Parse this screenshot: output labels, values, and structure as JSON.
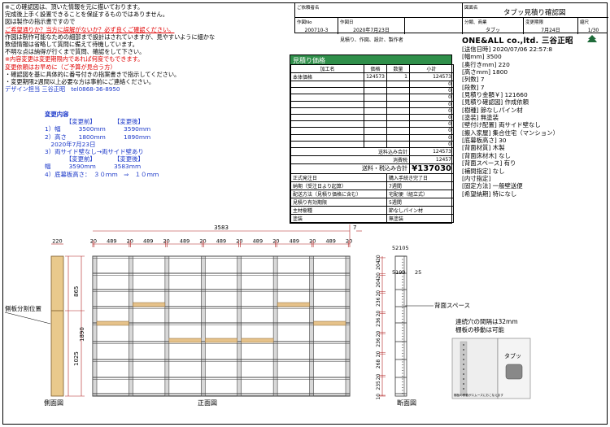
{
  "notes": {
    "lines": [
      {
        "text": "※この確認図は、頂いた情報を元に描いております。",
        "color": "black"
      },
      {
        "text": "完成後上手く設置できることを保証するものではありません。",
        "color": "black"
      },
      {
        "text": "図は製作の指示書ですので",
        "color": "black"
      },
      {
        "text": "ご希望通りか？当方に誤解がないか？必ず良くご確認ください。",
        "color": "red"
      },
      {
        "text": "作図は制作可能なための細部まで設計はされていますが、見やすいように細かな",
        "color": "black"
      },
      {
        "text": "数値情報は省略して質問に備えて待機しています。",
        "color": "black"
      },
      {
        "text": "不明な点は納得が行くまで質問、確認をして下さい。",
        "color": "black"
      },
      {
        "text": "※内容変更は変更期限内であれば何度でもできます。",
        "color": "red"
      },
      {
        "text": "変更依頼はお早めに（ご予算が見合う方）",
        "color": "red"
      },
      {
        "text": "・確認図を基に具体的に番号付きの指案書きで指示してください。",
        "color": "black"
      },
      {
        "text": "・変更期限2週間以上必要な方は事前にご連絡ください。",
        "color": "black"
      },
      {
        "text": "デザイン担当 三谷正昭　tel0868-36-8950",
        "color": "blue"
      }
    ]
  },
  "title_block": {
    "client_label": "ご依頼者名",
    "client_value": "",
    "drawing_name_label": "図面名",
    "drawing_name_value": "タブッ見積り確認図",
    "drawing_no_label": "作図No",
    "drawing_no_value": "200710-3",
    "date_label": "作図日",
    "date_value": "2020年7月23日",
    "category_label": "分類、商業",
    "category_value": "タブッ",
    "revision_label": "変更期限",
    "revision_value": "7月24日",
    "scale_label": "縮尺",
    "scale_value": "1/30",
    "roles_text": "見積り、作図、設計、製作者",
    "company": "ONE&ALL co.,ltd. 三谷正昭"
  },
  "estimate": {
    "title": "見積り価格",
    "headers": [
      "加工名",
      "価格",
      "数量",
      "小計"
    ],
    "rows": [
      [
        "本体価格",
        "124573",
        "1",
        "124573"
      ],
      [
        "",
        "",
        "",
        "0"
      ],
      [
        "",
        "",
        "",
        "0"
      ],
      [
        "",
        "",
        "",
        "0"
      ],
      [
        "",
        "",
        "",
        "0"
      ],
      [
        "",
        "",
        "",
        "0"
      ],
      [
        "",
        "",
        "",
        "0"
      ],
      [
        "",
        "",
        "",
        "0"
      ],
      [
        "",
        "",
        "",
        "0"
      ],
      [
        "",
        "",
        "",
        "0"
      ],
      [
        "",
        "",
        "",
        "0"
      ]
    ],
    "subtotal_label": "送料込み合計",
    "subtotal_value": "124573",
    "tax_label": "消費税",
    "tax_value": "12457",
    "total_label": "送料・税込み合計",
    "total_value": "¥137030",
    "info": [
      [
        "正式発注日",
        "購入手続き完了日"
      ],
      [
        "納期（受注日より起算）",
        "7週間"
      ],
      [
        "配送方法（見積り価格に含む）",
        "宅配便（組立式）"
      ],
      [
        "見積り有効期限",
        "5週間"
      ],
      [
        "主材樹種",
        "節なしパイン材"
      ],
      [
        "塗装",
        "無塗装"
      ]
    ]
  },
  "spec": {
    "lines": [
      "[送信日時] 2020/07/06 22:57:8",
      "[幅mm] 3500",
      "[奥行きmm] 220",
      "[高さmm] 1800",
      "[列数] 7",
      "[段数] 7",
      "[見積り金額￥] 121660",
      "[見積り確認図] 作成依頼",
      "[樹種] 節なしパイン材",
      "[塗装] 無塗装",
      "[壁付け配置] 両サイド壁なし",
      "[搬入家屋] 集合住宅（マンション）",
      "[底幕板高さ] 30",
      "[背面材質] 木製",
      "[背面床材木] なし",
      "[背面スペース] 有り",
      "[補間指定] なし",
      "[内寸指定]",
      "[固定方法] 一般壁送便",
      "[希望納期] 特になし"
    ]
  },
  "changes": {
    "title": "変更内容",
    "lines": [
      "　　　　【変更前】　　　　【変更後】",
      "1）幅　　　3500mm　　　3590mm",
      "2）高さ　　1800mm　　　1890mm",
      "　2020年7月23日",
      "3）両サイド壁なし→両サイド壁あり",
      "　　　　【変更前】　　　　【変更後】",
      "幅　　　3590mm　　　3583mm",
      "4）底幕板高さ：　３０ｍｍ　⇒　１０ｍｍ"
    ]
  },
  "drawing": {
    "overall_width": "3583",
    "right_gap": "7",
    "side_depth": "220",
    "top_dims": [
      "20",
      "489",
      "20",
      "489",
      "20",
      "489",
      "20",
      "489",
      "20",
      "489",
      "20",
      "489",
      "20",
      "489",
      "20"
    ],
    "left_dims": [
      "865",
      "1890",
      "1025"
    ],
    "section_top": [
      "5",
      "210",
      "5"
    ],
    "section_depth": [
      "5",
      "190",
      "25"
    ],
    "section_heights": [
      "10",
      "235",
      "20",
      "268",
      "20",
      "236",
      "20",
      "236",
      "20",
      "236",
      "20",
      "204",
      "20",
      "204",
      "20"
    ],
    "labels": {
      "side_divider": "側板分割位置",
      "back_space": "背面スペース",
      "side_view": "側面図",
      "front_view": "正面図",
      "section_view": "断面図",
      "pin_note1": "連続穴の間隔は32mm",
      "pin_note2": "棚板の移動は可能",
      "pin_label": "タブッ",
      "pin_caption": "棚板の移動がスムーズにおこなえます"
    }
  }
}
